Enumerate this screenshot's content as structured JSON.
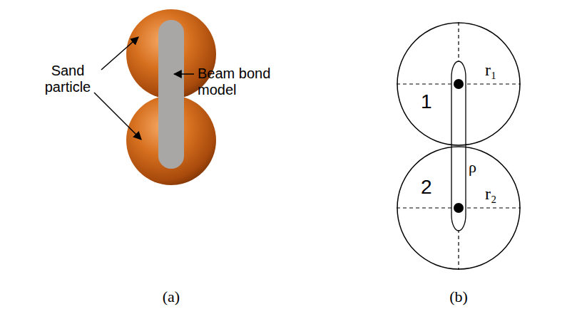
{
  "diagram": {
    "nodes": [
      {
        "text": [
          "1",
          "r₁"
        ]
      },
      {
        "text": [
          "2",
          "r₂"
        ]
      }
    ],
    "labels": [
      "Sand particle",
      "Beam bond model",
      "(a)",
      "ρ",
      "(b)"
    ]
  }
}
